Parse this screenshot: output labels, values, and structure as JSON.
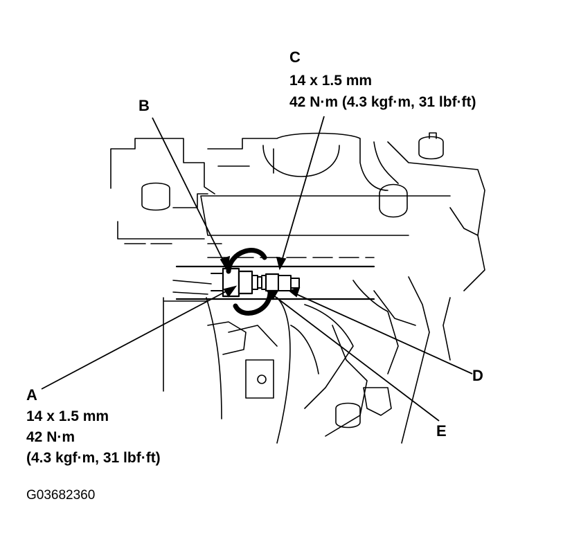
{
  "callouts": {
    "A": {
      "letter": "A",
      "size": "14 x 1.5 mm",
      "torque_nm": "42 N·m",
      "torque_alt": "(4.3 kgf·m, 31 lbf·ft)"
    },
    "B": {
      "letter": "B"
    },
    "C": {
      "letter": "C",
      "size": "14 x 1.5 mm",
      "torque": "42 N·m (4.3 kgf·m, 31 lbf·ft)"
    },
    "D": {
      "letter": "D"
    },
    "E": {
      "letter": "E"
    }
  },
  "figure_code": "G03682360",
  "colors": {
    "ink": "#000000",
    "paper": "#ffffff"
  }
}
